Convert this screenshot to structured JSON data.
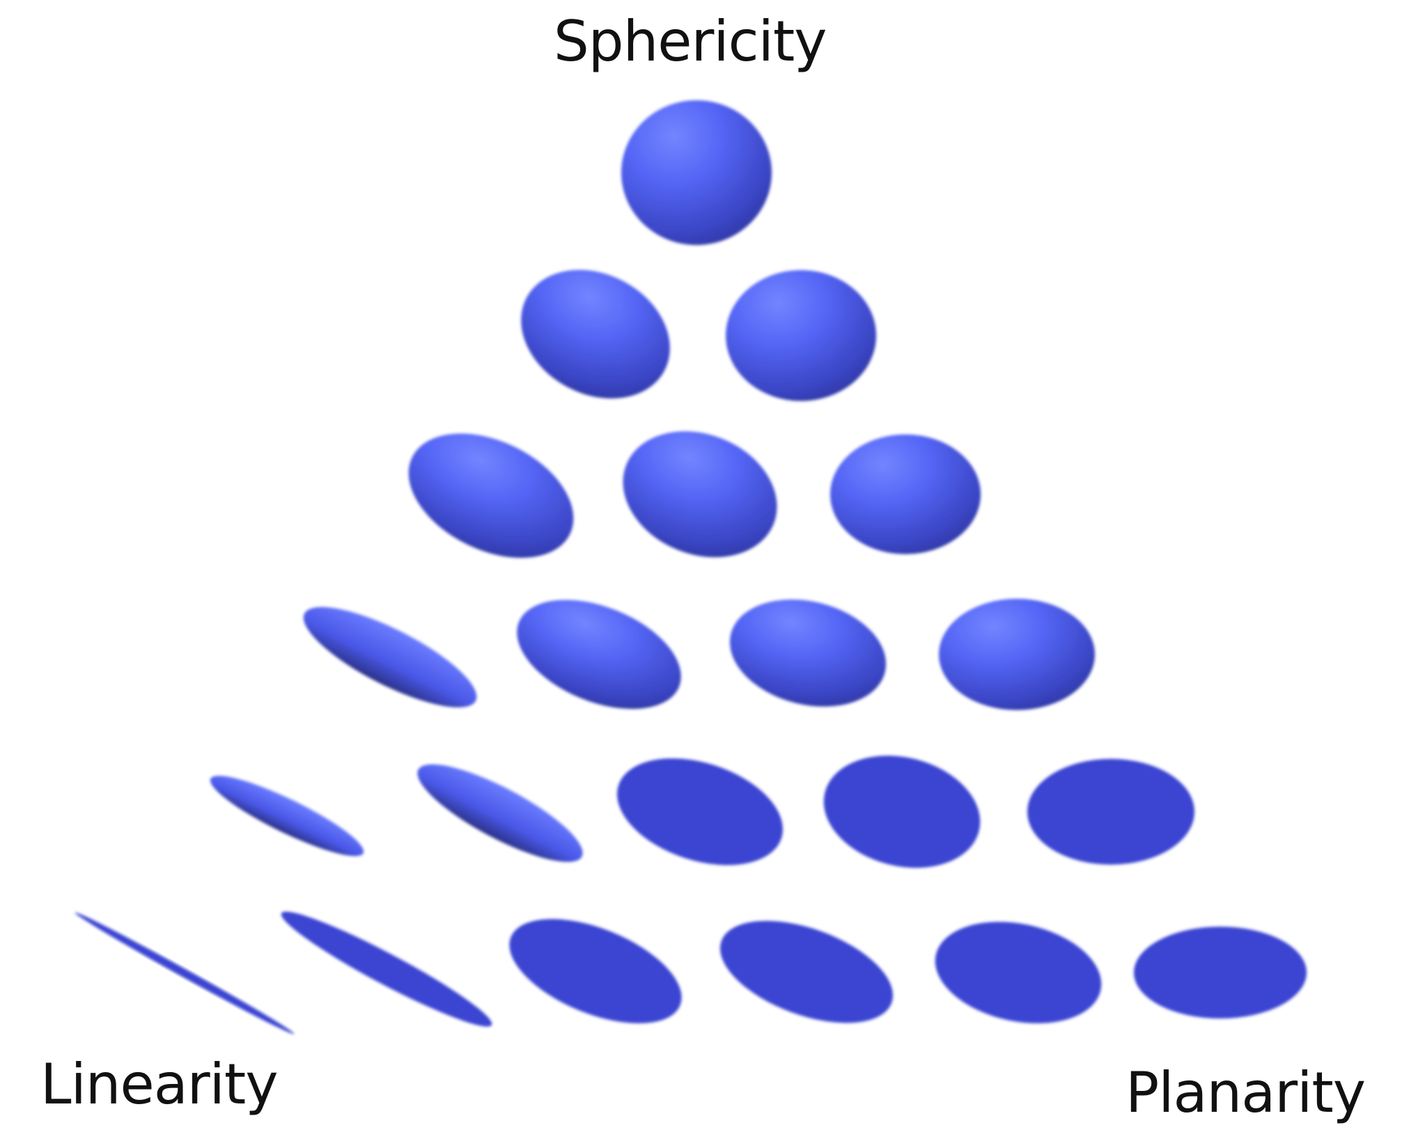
{
  "labels": {
    "top": "Sphericity",
    "left": "Linearity",
    "right": "Planarity"
  },
  "colors": {
    "highlight": "#6b7dff",
    "mid": "#4f5ff2",
    "shadow": "#2b3288",
    "flat": "#3a45d2",
    "background": "#ffffff"
  },
  "ellipsoids": {
    "rows": [
      {
        "row": 1,
        "count": 1,
        "shading": [
          "shaded"
        ]
      },
      {
        "row": 2,
        "count": 2,
        "shading": [
          "shaded",
          "shaded"
        ]
      },
      {
        "row": 3,
        "count": 3,
        "shading": [
          "shaded",
          "shaded",
          "shaded"
        ]
      },
      {
        "row": 4,
        "count": 4,
        "shading": [
          "shaded",
          "shaded",
          "shaded",
          "shaded"
        ]
      },
      {
        "row": 5,
        "count": 5,
        "shading": [
          "shaded",
          "shaded",
          "flat",
          "flat",
          "flat"
        ]
      },
      {
        "row": 6,
        "count": 6,
        "shading": [
          "flat",
          "flat",
          "flat",
          "flat",
          "flat",
          "flat"
        ]
      }
    ]
  }
}
